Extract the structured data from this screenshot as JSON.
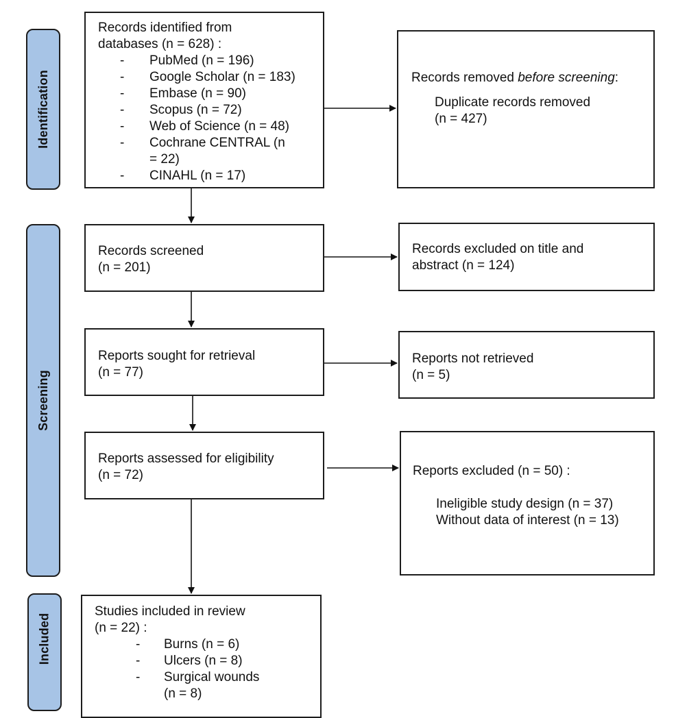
{
  "phases": {
    "identification": "Identification",
    "screening": "Screening",
    "included": "Included"
  },
  "identification": {
    "records_identified": {
      "line1": "Records identified from",
      "line2": "databases (n = 628) :",
      "sources": [
        "PubMed (n = 196)",
        "Google Scholar (n = 183)",
        "Embase (n = 90)",
        "Scopus (n = 72)",
        "Web of Science (n = 48)",
        "Cochrane CENTRAL (n",
        "= 22)",
        "CINAHL (n = 17)"
      ]
    },
    "records_removed": {
      "title_prefix": "Records removed ",
      "title_italic": "before screening",
      "title_suffix": ":",
      "line1": "Duplicate records removed",
      "line2": "(n = 427)"
    }
  },
  "screening": {
    "records_screened": {
      "line1": "Records screened",
      "line2": "(n = 201)"
    },
    "records_excluded": {
      "line1": "Records excluded on title and",
      "line2": "abstract (n = 124)"
    },
    "reports_sought": {
      "line1": "Reports sought for retrieval",
      "line2": "(n = 77)"
    },
    "reports_not_retrieved": {
      "line1": "Reports not retrieved",
      "line2": "(n = 5)"
    },
    "reports_assessed": {
      "line1": "Reports assessed for eligibility",
      "line2": "(n = 72)"
    },
    "reports_excluded": {
      "title": "Reports excluded (n = 50) :",
      "reasons": [
        "Ineligible study design (n = 37)",
        "Without data of interest (n = 13)"
      ]
    }
  },
  "included": {
    "studies_included": {
      "line1": "Studies included in review",
      "line2": "(n = 22) :",
      "items": [
        "Burns (n = 6)",
        "Ulcers (n = 8)",
        "Surgical wounds",
        "(n = 8)"
      ]
    }
  },
  "colors": {
    "phase_fill": "#a7c4e6",
    "banner_border": "#d7a21a",
    "box_border": "#1c1c1c"
  }
}
